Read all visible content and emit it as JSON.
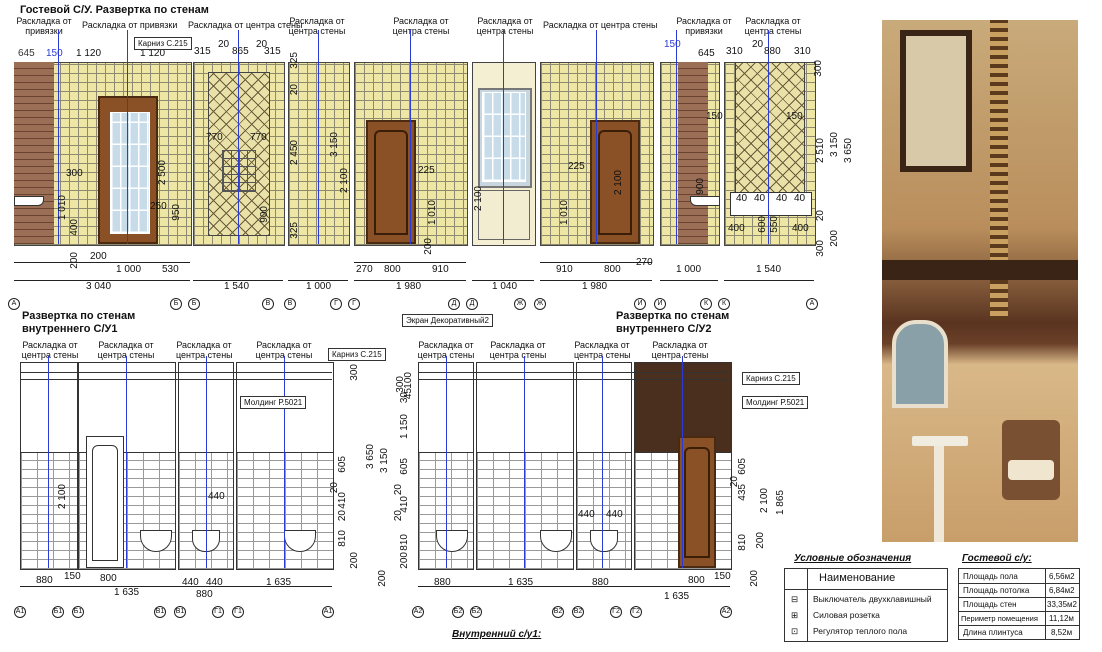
{
  "titles": {
    "main": "Гостевой С/У. Развертка по стенам",
    "inner1_l1": "Развертка по стенам",
    "inner1_l2": "внутреннего С/У1",
    "inner2_l1": "Развертка по стенам",
    "inner2_l2": "внутреннего С/У2"
  },
  "layout_labels": {
    "binding": "Раскладка от привязки",
    "binding_l1": "Раскладка от",
    "binding_l2": "привязки",
    "center_full": "Раскладка от центра стены",
    "center_l1": "Раскладка от",
    "center_l2": "центра стены"
  },
  "callouts": {
    "cornice": "Карниз С.215",
    "molding": "Молдинг Р.5021",
    "screen": "Экран Декоративный2"
  },
  "dims_top": {
    "d645a": "645",
    "d150a": "150",
    "d1120a": "1 120",
    "d1120b": "1 120",
    "d315a": "315",
    "d20a": "20",
    "d865": "865",
    "d315b": "315",
    "d325": "325",
    "d150b": "150",
    "d645b": "645",
    "d310a": "310",
    "d20b": "20",
    "d880": "880",
    "d310b": "310",
    "d300": "300",
    "d770a": "770",
    "d770b": "770",
    "d2450": "2 450",
    "d20c": "20",
    "d3150a": "3 150",
    "d2100a": "2 100",
    "d2100b": "2 100",
    "d2500": "2 500",
    "d300b": "300",
    "d1010a": "1 010",
    "d400a": "400",
    "d250": "250",
    "d950": "950",
    "d900a": "900",
    "d325b": "325",
    "d225a": "225",
    "d1010b": "1 010",
    "d200a": "200",
    "d225b": "225",
    "d1010c": "1 010",
    "d2100c": "2 100",
    "d150c": "150",
    "d150d": "150",
    "d900b": "900",
    "d2510": "2 510",
    "d3150b": "3 150",
    "d3650": "3 650",
    "d20d": "20",
    "d200b": "200",
    "d300c": "300",
    "d40a": "40",
    "d40b": "40",
    "d40c": "40",
    "d40d": "40",
    "d400b": "400",
    "d600": "600",
    "d550": "550",
    "d400c": "400",
    "d200c": "200",
    "d200d": "200",
    "d1000a": "1 000",
    "d530": "530",
    "d3040": "3 040",
    "d1540a": "1 540",
    "d1000b": "1 000",
    "d270a": "270",
    "d800a": "800",
    "d910a": "910",
    "d1980a": "1 980",
    "d1040": "1 040",
    "d910b": "910",
    "d800b": "800",
    "d270b": "270",
    "d1980b": "1 980",
    "d1000c": "1 000",
    "d1540b": "1 540"
  },
  "axes_top": [
    "А",
    "Б",
    "Б",
    "В",
    "В",
    "Г",
    "Г",
    "Д",
    "Д",
    "Ж",
    "Ж",
    "И",
    "И",
    "К",
    "К",
    "А"
  ],
  "dims_bottom": {
    "d880a": "880",
    "d150": "150",
    "d800a": "800",
    "d1635a": "1 635",
    "d440a": "440",
    "d440b": "440",
    "d880b": "880",
    "d1635b": "1 635",
    "d880c": "880",
    "d1635c": "1 635",
    "d880d": "880",
    "d800b": "800",
    "d150b": "150",
    "d1635d": "1 635",
    "v300a": "300",
    "v3650a": "3 650",
    "v3150a": "3 150",
    "v605a": "605",
    "v20a": "20",
    "v410a": "410",
    "v20b": "20",
    "v810a": "810",
    "v200a": "200",
    "v2100a": "2 100",
    "v440": "440",
    "v300b": "300",
    "v100": "100",
    "v30": "30",
    "v45": "45",
    "v1150": "1 150",
    "v605b": "605",
    "v20c": "20",
    "v410b": "410",
    "v20d": "20",
    "v810b": "810",
    "v200b": "200",
    "v3650b": "3 650",
    "v3150b": "3 150",
    "v200c": "200",
    "v2100b": "2 100",
    "v605c": "605",
    "v20e": "20",
    "v435": "435",
    "v1865": "1 865",
    "v810c": "810",
    "v200d": "200",
    "v440b": "440",
    "v440c": "440",
    "v300c": "300",
    "v200e": "200"
  },
  "axes_bottom": [
    "А1",
    "Б1",
    "Б1",
    "В1",
    "В1",
    "Г1",
    "Г1",
    "А1",
    "А2",
    "Б2",
    "Б2",
    "В2",
    "В2",
    "Г2",
    "Г2",
    "А2"
  ],
  "legend": {
    "title": "Условные обозначения",
    "header": "Наименование",
    "rows": [
      {
        "icon": "switch-icon",
        "label": "Выключатель двухклавишный"
      },
      {
        "icon": "socket-icon",
        "label": "Силовая розетка"
      },
      {
        "icon": "regulator-icon",
        "label": "Регулятор теплого пола"
      }
    ]
  },
  "guest": {
    "title": "Гостевой с/у:",
    "rows": [
      {
        "label": "Площадь пола",
        "value": "6,56м2"
      },
      {
        "label": "Площадь потолка",
        "value": "6,84м2"
      },
      {
        "label": "Площадь стен",
        "value": "33,35м2"
      },
      {
        "label": "Периметр помещения",
        "value": "11,12м"
      },
      {
        "label": "Длина плинтуса",
        "value": "8,52м"
      }
    ]
  },
  "inner1_caption": "Внутренний с/у1:",
  "colors": {
    "tile": "#ede6a4",
    "door": "#8a5026",
    "axis": "#2a3bd6",
    "brown": "#9a6f55"
  }
}
